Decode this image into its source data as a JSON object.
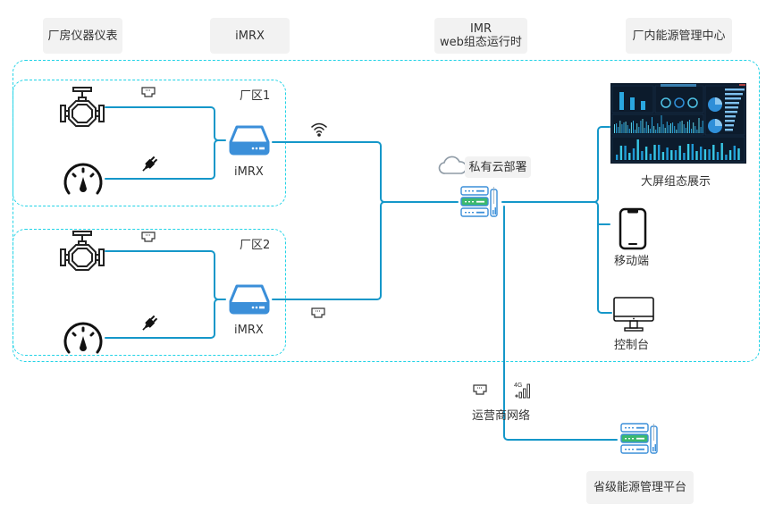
{
  "headers": {
    "field_instruments": "厂房仪器仪表",
    "imrx": "iMRX",
    "imr_line1": "IMR",
    "imr_line2": "web组态运行时",
    "energy_center": "厂内能源管理中心"
  },
  "zones": [
    {
      "label": "厂区1",
      "gateway_label": "iMRX"
    },
    {
      "label": "厂区2",
      "gateway_label": "iMRX"
    }
  ],
  "cloud": {
    "label": "私有云部署"
  },
  "clients": {
    "big_screen": "大屏组态展示",
    "mobile": "移动端",
    "console": "控制台"
  },
  "carrier_network": {
    "label": "运营商网络",
    "signal_badge": "4G"
  },
  "provincial_platform": {
    "label": "省级能源管理平台"
  },
  "colors": {
    "line": "#1597c9",
    "dashed_border": "#22d3e6",
    "header_bg": "#f2f2f2",
    "device_blue": "#3b8fd9",
    "server_green": "#3cb96e"
  }
}
